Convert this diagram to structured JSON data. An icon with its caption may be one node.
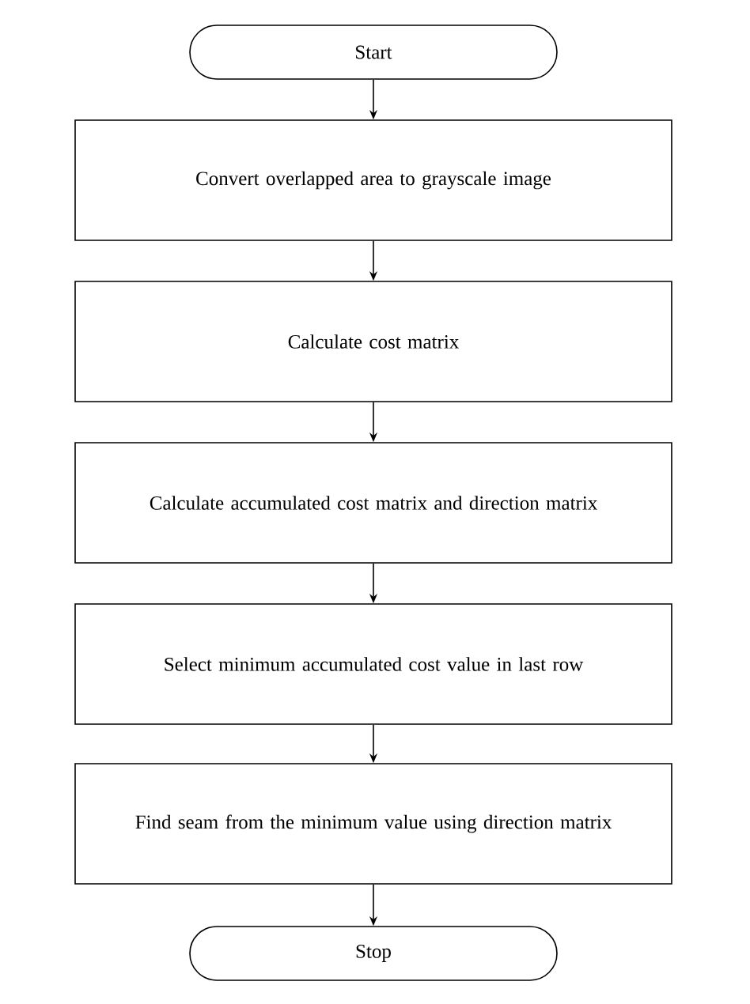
{
  "diagram": {
    "nodes": [
      {
        "text": [
          "Start"
        ]
      },
      {
        "text": [
          "Convert overlapped area to grayscale image"
        ]
      },
      {
        "text": [
          "Calculate cost matrix"
        ]
      },
      {
        "text": [
          "Calculate accumulated cost matrix and direction matrix"
        ]
      },
      {
        "text": [
          "Select minimum accumulated cost value in last row"
        ]
      },
      {
        "text": [
          "Find seam from the minimum value using direction matrix"
        ]
      },
      {
        "text": [
          "Stop"
        ]
      }
    ],
    "edges": [
      {
        "from": 0,
        "to": 1,
        "arrow": "to"
      },
      {
        "from": 1,
        "to": 2,
        "arrow": "to"
      },
      {
        "from": 2,
        "to": 3,
        "arrow": "to"
      },
      {
        "from": 3,
        "to": 4,
        "arrow": "to"
      },
      {
        "from": 4,
        "to": 5,
        "arrow": "to"
      },
      {
        "from": 5,
        "to": 6,
        "arrow": "to"
      }
    ]
  }
}
